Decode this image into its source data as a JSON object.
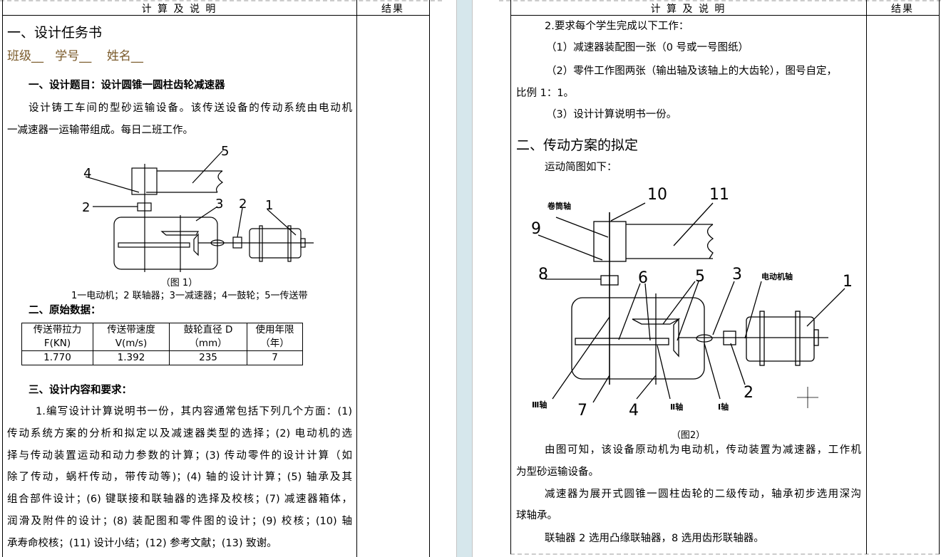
{
  "header": {
    "col1": "计 算 及 说 明",
    "col2": "结果"
  },
  "left_page": {
    "title": "一、设计任务书",
    "student_fields": "班级__   学号__    姓名__",
    "topic": "一、设计题目：设计圆锥一圆柱齿轮减速器",
    "intro_lines": [
      "设计铸工车间的型砂运输设备。该传送设备的传动系统由电动机",
      "一减速器一运输带组成。每日二班工作。"
    ],
    "figure1": {
      "labels": {
        "l1": "1",
        "l2a": "2",
        "l2b": "2",
        "l3": "3",
        "l4": "4",
        "l5": "5"
      },
      "caption": "（图 1）",
      "legend": "1一电动机；2 联轴器；3一减速器；4一鼓轮；5一传送带"
    },
    "section2": "二、原始数据：",
    "table": {
      "headers": [
        [
          "传送带拉力",
          "F(KN)"
        ],
        [
          "传送带速度",
          "V(m/s)"
        ],
        [
          "鼓轮直径 D",
          "（mm）"
        ],
        [
          "使用年限",
          "（年）"
        ]
      ],
      "values": [
        "1.770",
        "1.392",
        "235",
        "7"
      ]
    },
    "section3": "三、设计内容和要求：",
    "req_lines": [
      "1.编写设计计算说明书一份，其内容通常包括下列几个方面：(1)",
      "传动系统方案的分析和拟定以及减速器类型的选择；(2) 电动机的选",
      "择与传动装置运动和动力参数的计算；(3) 传动零件的设计计算（如",
      "除了传动，蜗杆传动，带传动等)；(4) 轴的设计计算；(5) 轴承及其",
      "组合部件设计；(6) 键联接和联轴器的选择及校核；(7) 减速器箱体，",
      "润滑及附件的设计；(8) 装配图和零件图的设计；(9) 校核；(10) 轴",
      "承寿命校核；(11) 设计小结；(12) 参考文献；(13) 致谢。"
    ]
  },
  "right_page": {
    "work_intro": "2.要求每个学生完成以下工作：",
    "work_items": [
      "（1）减速器装配图一张（0 号或一号图纸）",
      "（2）零件工作图两张（输出轴及该轴上的大齿轮），图号自定，",
      "比例 1：1。",
      "（3）设计计算说明书一份。"
    ],
    "section_title": "二、传动方案的拟定",
    "diagram_intro": "运动简图如下：",
    "figure2": {
      "labels": {
        "l1": "1",
        "l2": "2",
        "l3": "3",
        "l4": "4",
        "l5": "5",
        "l6": "6",
        "l7": "7",
        "l8": "8",
        "l9": "9",
        "l10": "10",
        "l11": "11",
        "drum_shaft": "卷筒轴",
        "motor_shaft": "电动机轴",
        "shaft1": "Ⅰ轴",
        "shaft2": "Ⅱ轴",
        "shaft3": "Ⅲ轴"
      },
      "caption": "（图2）"
    },
    "conclusion_lines": [
      "由图可知，该设备原动机为电动机，传动装置为减速器，工作机",
      "为型砂运输设备。",
      "减速器为展开式圆锥一圆柱齿轮的二级传动，轴承初步选用深沟",
      "球轴承。",
      "联轴器 2 选用凸缘联轴器，8 选用齿形联轴器。"
    ]
  }
}
